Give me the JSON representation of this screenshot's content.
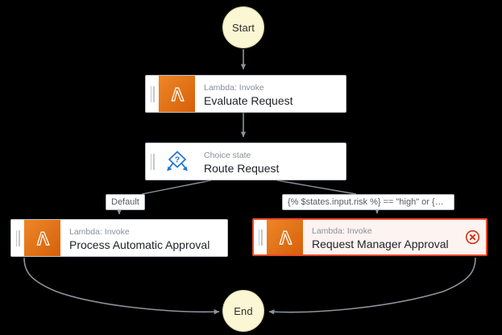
{
  "canvas": {
    "background": "#000000",
    "type": "workflow-graph"
  },
  "nodes": {
    "start": {
      "label": "Start",
      "shape": "circle",
      "fill": "#fbf6d3"
    },
    "end": {
      "label": "End",
      "shape": "circle",
      "fill": "#fbf6d3"
    },
    "evaluate": {
      "subtitle": "Lambda: Invoke",
      "title": "Evaluate Request",
      "icon": "lambda-icon",
      "accent": "#e2761b"
    },
    "choice": {
      "subtitle": "Choice state",
      "title": "Route Request",
      "icon": "choice-icon",
      "accent": "#2074d5"
    },
    "automatic": {
      "subtitle": "Lambda: Invoke",
      "title": "Process Automatic Approval",
      "icon": "lambda-icon",
      "accent": "#e2761b"
    },
    "manager": {
      "subtitle": "Lambda: Invoke",
      "title": "Request Manager Approval",
      "icon": "lambda-icon",
      "accent": "#e2761b",
      "status": "error",
      "status_icon": "error-circle-icon",
      "status_color": "#d13212"
    }
  },
  "edges": {
    "default_label": "Default",
    "condition_label": "{% $states.input.risk %} == \"high\" or {%…",
    "line_color": "#8d949b"
  }
}
